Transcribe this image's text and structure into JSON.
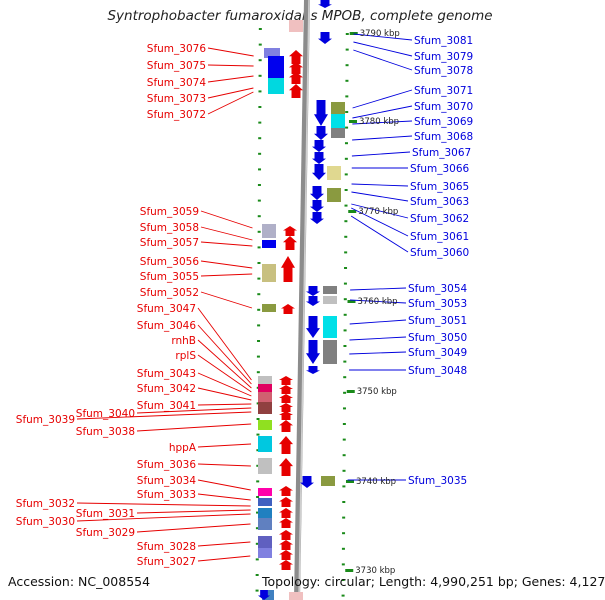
{
  "title": "Syntrophobacter fumaroxidans MPOB, complete genome",
  "footer": {
    "accession": "Accession: NC_008554",
    "topology": "Topology: circular; Length: 4,990,251 bp; Genes: 4,127"
  },
  "colors": {
    "forward": "#e60000",
    "reverse": "#0000dd",
    "backbone": "#8c8c8c",
    "tick": "#1a8a1a"
  },
  "scale": [
    {
      "label": "3790 kbp",
      "bp": 3790
    },
    {
      "label": "3780 kbp",
      "bp": 3780
    },
    {
      "label": "3770 kbp",
      "bp": 3770
    },
    {
      "label": "3760 kbp",
      "bp": 3760
    },
    {
      "label": "3750 kbp",
      "bp": 3750
    },
    {
      "label": "3740 kbp",
      "bp": 3740
    },
    {
      "label": "3730 kbp",
      "bp": 3730
    }
  ],
  "left_genes": [
    "Sfum_3076",
    "Sfum_3075",
    "Sfum_3074",
    "Sfum_3073",
    "Sfum_3072",
    "Sfum_3059",
    "Sfum_3058",
    "Sfum_3057",
    "Sfum_3056",
    "Sfum_3055",
    "Sfum_3052",
    "Sfum_3047",
    "Sfum_3046",
    "rnhB",
    "rplS",
    "Sfum_3043",
    "Sfum_3042",
    "Sfum_3041",
    "Sfum_3040",
    "Sfum_3039",
    "Sfum_3038",
    "hppA",
    "Sfum_3036",
    "Sfum_3034",
    "Sfum_3033",
    "Sfum_3032",
    "Sfum_3031",
    "Sfum_3030",
    "Sfum_3029",
    "Sfum_3028",
    "Sfum_3027"
  ],
  "right_genes": [
    "Sfum_3081",
    "Sfum_3079",
    "Sfum_3078",
    "Sfum_3071",
    "Sfum_3070",
    "Sfum_3069",
    "Sfum_3068",
    "Sfum_3067",
    "Sfum_3066",
    "Sfum_3065",
    "Sfum_3063",
    "Sfum_3062",
    "Sfum_3061",
    "Sfum_3060",
    "Sfum_3054",
    "Sfum_3053",
    "Sfum_3051",
    "Sfum_3050",
    "Sfum_3049",
    "Sfum_3048",
    "Sfum_3035"
  ]
}
